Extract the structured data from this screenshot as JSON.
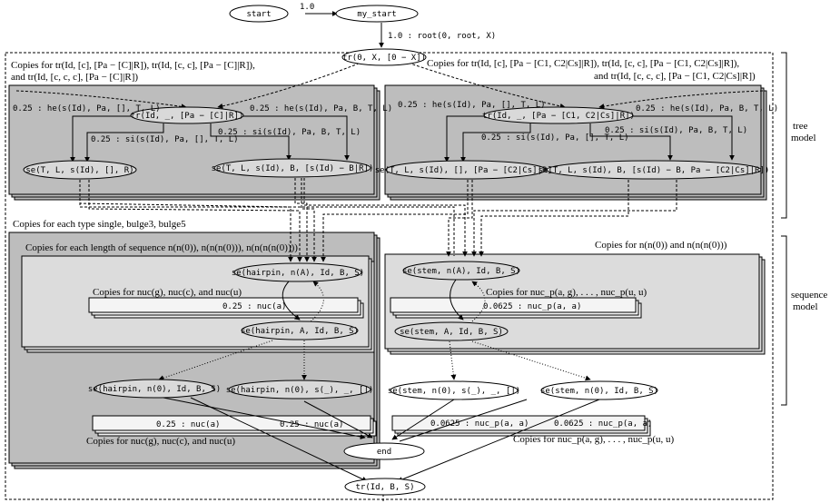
{
  "nodes": {
    "start": "start",
    "my_start": "my_start",
    "tr0": "tr(0, X, [0 − X])",
    "tr_left": "tr(Id, _, [Pa − [C]|R])",
    "tr_right": "tr(Id, _, [Pa − [C1, C2|Cs]|R])",
    "se_left_a": "se(T, L, s(Id), [], R)",
    "se_left_b": "se(T, L, s(Id), B, [s(Id) − B|R])",
    "se_right_a": "se(T, L, s(Id), [], [Pa − [C2|Cs]|R])",
    "se_right_b": "se(T, L, s(Id), B, [s(Id) − B, Pa − [C2|Cs]|R])",
    "hairpin_nA": "se(hairpin, n(A), Id, B, S)",
    "hairpin_A": "se(hairpin, A, Id, B, S)",
    "hairpin_n0": "se(hairpin, n(0), Id, B, S)",
    "hairpin_n0s": "se(hairpin, n(0), s(_), _, [])",
    "stem_nA": "se(stem, n(A), Id, B, S)",
    "stem_A": "se(stem, A, Id, B, S)",
    "stem_n0s": "se(stem, n(0), s(_), _, [])",
    "stem_n0": "se(stem, n(0), Id, B, S)",
    "end": "end",
    "tr_final": "tr(Id, B, S)"
  },
  "edge_labels": {
    "start_to_mystart": "1.0",
    "mystart_to_tr0": "1.0 : root(0, root, X)",
    "left_he1": "0.25 : he(s(Id), Pa, [], T, L)",
    "left_he2": "0.25 : he(s(Id), Pa, B, T, L)",
    "left_si1": "0.25 : si(s(Id), Pa, [], T, L)",
    "left_si2": "0.25 : si(s(Id), Pa, B, T, L)",
    "right_he1": "0.25 : he(s(Id), Pa, [], T, L)",
    "right_he2": "0.25 : he(s(Id), Pa, B, T, L)",
    "right_si1": "0.25 : si(s(Id), Pa, [], T, L)",
    "right_si2": "0.25 : si(s(Id), Pa, B, T, L)",
    "nuc_a_1": "0.25 : nuc(a)",
    "nuc_a_2": "0.25 : nuc(a)",
    "nuc_a_3": "0.25 : nuc(a)",
    "nucp_1": "0.0625 : nuc_p(a, a)",
    "nucp_2": "0.0625 : nuc_p(a, a)",
    "nucp_3": "0.0625 : nuc_p(a, a)"
  },
  "plates": {
    "tree_left_1": "Copies for tr(Id, [c], [Pa − [C]|R]), tr(Id, [c, c], [Pa − [C]|R]),",
    "tree_left_2": "and tr(Id, [c, c, c], [Pa − [C]|R])",
    "tree_right_1": "Copies for tr(Id, [c], [Pa − [C1, C2|Cs]|R]), tr(Id, [c, c], [Pa − [C1, C2|Cs]|R]),",
    "tree_right_2": "and tr(Id, [c, c, c], [Pa − [C1, C2|Cs]|R])",
    "types": "Copies for each type single, bulge3, bulge5",
    "lengths": "Copies for each length of sequence n(n(0)), n(n(n(0))), n(n(n(n(0))))",
    "nuc_inner": "Copies for nuc(g), nuc(c), and nuc(u)",
    "nuc_bottom": "Copies for nuc(g), nuc(c), and nuc(u)",
    "stem_lengths": "Copies for n(n(0)) and n(n(n(0)))",
    "nucp_inner": "Copies for nuc_p(a, g), . . . , nuc_p(u, u)",
    "nucp_bottom": "Copies for nuc_p(a, g), . . . , nuc_p(u, u)"
  },
  "side_labels": {
    "tree_1": "tree",
    "tree_2": "model",
    "seq_1": "sequence",
    "seq_2": "model"
  }
}
